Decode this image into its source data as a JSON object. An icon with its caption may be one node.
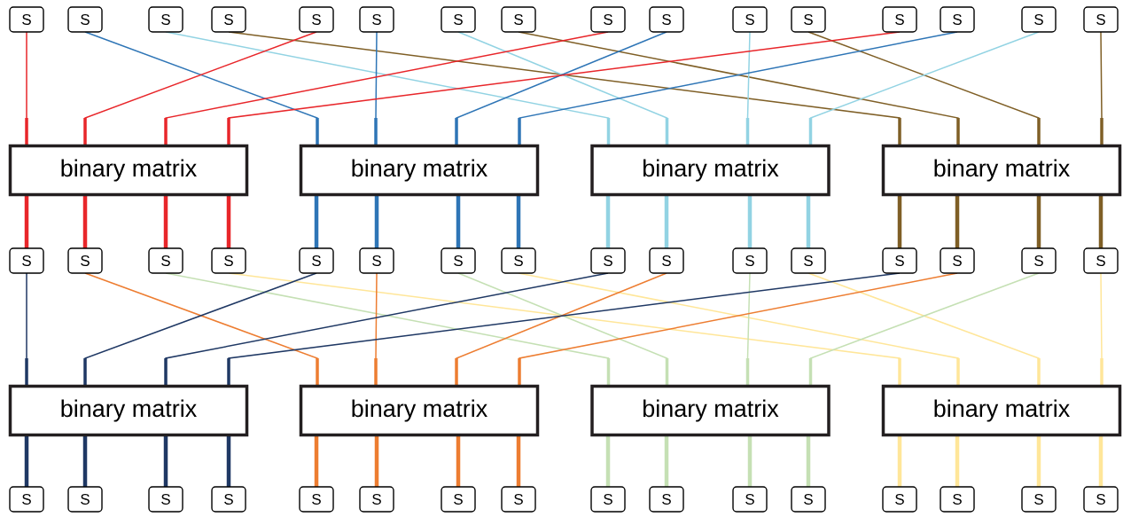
{
  "diagram": {
    "nodes": [
      {
        "text": [
          "S"
        ]
      },
      {
        "text": [
          "S"
        ]
      },
      {
        "text": [
          "S"
        ]
      },
      {
        "text": [
          "S"
        ]
      },
      {
        "text": [
          "S"
        ]
      },
      {
        "text": [
          "S"
        ]
      },
      {
        "text": [
          "S"
        ]
      },
      {
        "text": [
          "S"
        ]
      },
      {
        "text": [
          "S"
        ]
      },
      {
        "text": [
          "S"
        ]
      },
      {
        "text": [
          "S"
        ]
      },
      {
        "text": [
          "S"
        ]
      },
      {
        "text": [
          "S"
        ]
      },
      {
        "text": [
          "S"
        ]
      },
      {
        "text": [
          "S"
        ]
      },
      {
        "text": [
          "S"
        ]
      },
      {
        "text": [
          "binary matrix"
        ]
      },
      {
        "text": [
          "binary matrix"
        ]
      },
      {
        "text": [
          "binary matrix"
        ]
      },
      {
        "text": [
          "binary matrix"
        ]
      },
      {
        "text": [
          "S"
        ]
      },
      {
        "text": [
          "S"
        ]
      },
      {
        "text": [
          "S"
        ]
      },
      {
        "text": [
          "S"
        ]
      },
      {
        "text": [
          "S"
        ]
      },
      {
        "text": [
          "S"
        ]
      },
      {
        "text": [
          "S"
        ]
      },
      {
        "text": [
          "S"
        ]
      },
      {
        "text": [
          "S"
        ]
      },
      {
        "text": [
          "S"
        ]
      },
      {
        "text": [
          "S"
        ]
      },
      {
        "text": [
          "S"
        ]
      },
      {
        "text": [
          "S"
        ]
      },
      {
        "text": [
          "S"
        ]
      },
      {
        "text": [
          "S"
        ]
      },
      {
        "text": [
          "S"
        ]
      },
      {
        "text": [
          "binary matrix"
        ]
      },
      {
        "text": [
          "binary matrix"
        ]
      },
      {
        "text": [
          "binary matrix"
        ]
      },
      {
        "text": [
          "binary matrix"
        ]
      },
      {
        "text": [
          "S"
        ]
      },
      {
        "text": [
          "S"
        ]
      },
      {
        "text": [
          "S"
        ]
      },
      {
        "text": [
          "S"
        ]
      },
      {
        "text": [
          "S"
        ]
      },
      {
        "text": [
          "S"
        ]
      },
      {
        "text": [
          "S"
        ]
      },
      {
        "text": [
          "S"
        ]
      },
      {
        "text": [
          "S"
        ]
      },
      {
        "text": [
          "S"
        ]
      },
      {
        "text": [
          "S"
        ]
      },
      {
        "text": [
          "S"
        ]
      },
      {
        "text": [
          "S"
        ]
      },
      {
        "text": [
          "S"
        ]
      },
      {
        "text": [
          "S"
        ]
      },
      {
        "text": [
          "S"
        ]
      }
    ],
    "edges": [
      {
        "from": 0,
        "to": 16,
        "arrow": "none",
        "color": "#e8262a"
      },
      {
        "from": 1,
        "to": 17,
        "arrow": "none",
        "color": "#2e75b6"
      },
      {
        "from": 2,
        "to": 18,
        "arrow": "none",
        "color": "#92d3e3"
      },
      {
        "from": 3,
        "to": 19,
        "arrow": "none",
        "color": "#7f5f26"
      },
      {
        "from": 4,
        "to": 16,
        "arrow": "none",
        "color": "#e8262a"
      },
      {
        "from": 5,
        "to": 17,
        "arrow": "none",
        "color": "#2e75b6"
      },
      {
        "from": 6,
        "to": 18,
        "arrow": "none",
        "color": "#92d3e3"
      },
      {
        "from": 7,
        "to": 19,
        "arrow": "none",
        "color": "#7f5f26"
      },
      {
        "from": 8,
        "to": 16,
        "arrow": "none",
        "color": "#e8262a"
      },
      {
        "from": 9,
        "to": 17,
        "arrow": "none",
        "color": "#2e75b6"
      },
      {
        "from": 10,
        "to": 18,
        "arrow": "none",
        "color": "#92d3e3"
      },
      {
        "from": 11,
        "to": 19,
        "arrow": "none",
        "color": "#7f5f26"
      },
      {
        "from": 12,
        "to": 16,
        "arrow": "none",
        "color": "#e8262a"
      },
      {
        "from": 13,
        "to": 17,
        "arrow": "none",
        "color": "#2e75b6"
      },
      {
        "from": 14,
        "to": 18,
        "arrow": "none",
        "color": "#92d3e3"
      },
      {
        "from": 15,
        "to": 19,
        "arrow": "none",
        "color": "#7f5f26"
      },
      {
        "from": 16,
        "to": 20,
        "arrow": "none",
        "style": "thick",
        "color": "#e8262a"
      },
      {
        "from": 16,
        "to": 21,
        "arrow": "none",
        "style": "thick",
        "color": "#e8262a"
      },
      {
        "from": 16,
        "to": 22,
        "arrow": "none",
        "style": "thick",
        "color": "#e8262a"
      },
      {
        "from": 16,
        "to": 23,
        "arrow": "none",
        "style": "thick",
        "color": "#e8262a"
      },
      {
        "from": 17,
        "to": 24,
        "arrow": "none",
        "style": "thick",
        "color": "#2e75b6"
      },
      {
        "from": 17,
        "to": 25,
        "arrow": "none",
        "style": "thick",
        "color": "#2e75b6"
      },
      {
        "from": 17,
        "to": 26,
        "arrow": "none",
        "style": "thick",
        "color": "#2e75b6"
      },
      {
        "from": 17,
        "to": 27,
        "arrow": "none",
        "style": "thick",
        "color": "#2e75b6"
      },
      {
        "from": 18,
        "to": 28,
        "arrow": "none",
        "style": "thick",
        "color": "#92d3e3"
      },
      {
        "from": 18,
        "to": 29,
        "arrow": "none",
        "style": "thick",
        "color": "#92d3e3"
      },
      {
        "from": 18,
        "to": 30,
        "arrow": "none",
        "style": "thick",
        "color": "#92d3e3"
      },
      {
        "from": 18,
        "to": 31,
        "arrow": "none",
        "style": "thick",
        "color": "#92d3e3"
      },
      {
        "from": 19,
        "to": 32,
        "arrow": "none",
        "style": "thick",
        "color": "#7f5f26"
      },
      {
        "from": 19,
        "to": 33,
        "arrow": "none",
        "style": "thick",
        "color": "#7f5f26"
      },
      {
        "from": 19,
        "to": 34,
        "arrow": "none",
        "style": "thick",
        "color": "#7f5f26"
      },
      {
        "from": 19,
        "to": 35,
        "arrow": "none",
        "style": "thick",
        "color": "#7f5f26"
      },
      {
        "from": 20,
        "to": 36,
        "arrow": "none",
        "color": "#1f3864"
      },
      {
        "from": 21,
        "to": 37,
        "arrow": "none",
        "color": "#ed7d31"
      },
      {
        "from": 22,
        "to": 38,
        "arrow": "none",
        "color": "#c5e0b4"
      },
      {
        "from": 23,
        "to": 39,
        "arrow": "none",
        "color": "#ffe699"
      },
      {
        "from": 24,
        "to": 36,
        "arrow": "none",
        "color": "#1f3864"
      },
      {
        "from": 25,
        "to": 37,
        "arrow": "none",
        "color": "#ed7d31"
      },
      {
        "from": 26,
        "to": 38,
        "arrow": "none",
        "color": "#c5e0b4"
      },
      {
        "from": 27,
        "to": 39,
        "arrow": "none",
        "color": "#ffe699"
      },
      {
        "from": 28,
        "to": 36,
        "arrow": "none",
        "color": "#1f3864"
      },
      {
        "from": 29,
        "to": 37,
        "arrow": "none",
        "color": "#ed7d31"
      },
      {
        "from": 30,
        "to": 38,
        "arrow": "none",
        "color": "#c5e0b4"
      },
      {
        "from": 31,
        "to": 39,
        "arrow": "none",
        "color": "#ffe699"
      },
      {
        "from": 32,
        "to": 36,
        "arrow": "none",
        "color": "#1f3864"
      },
      {
        "from": 33,
        "to": 37,
        "arrow": "none",
        "color": "#ed7d31"
      },
      {
        "from": 34,
        "to": 38,
        "arrow": "none",
        "color": "#c5e0b4"
      },
      {
        "from": 35,
        "to": 39,
        "arrow": "none",
        "color": "#ffe699"
      },
      {
        "from": 36,
        "to": 40,
        "arrow": "none",
        "style": "thick",
        "color": "#1f3864"
      },
      {
        "from": 36,
        "to": 41,
        "arrow": "none",
        "style": "thick",
        "color": "#1f3864"
      },
      {
        "from": 36,
        "to": 42,
        "arrow": "none",
        "style": "thick",
        "color": "#1f3864"
      },
      {
        "from": 36,
        "to": 43,
        "arrow": "none",
        "style": "thick",
        "color": "#1f3864"
      },
      {
        "from": 37,
        "to": 44,
        "arrow": "none",
        "style": "thick",
        "color": "#ed7d31"
      },
      {
        "from": 37,
        "to": 45,
        "arrow": "none",
        "style": "thick",
        "color": "#ed7d31"
      },
      {
        "from": 37,
        "to": 46,
        "arrow": "none",
        "style": "thick",
        "color": "#ed7d31"
      },
      {
        "from": 37,
        "to": 47,
        "arrow": "none",
        "style": "thick",
        "color": "#ed7d31"
      },
      {
        "from": 38,
        "to": 48,
        "arrow": "none",
        "style": "thick",
        "color": "#c5e0b4"
      },
      {
        "from": 38,
        "to": 49,
        "arrow": "none",
        "style": "thick",
        "color": "#c5e0b4"
      },
      {
        "from": 38,
        "to": 50,
        "arrow": "none",
        "style": "thick",
        "color": "#c5e0b4"
      },
      {
        "from": 38,
        "to": 51,
        "arrow": "none",
        "style": "thick",
        "color": "#c5e0b4"
      },
      {
        "from": 39,
        "to": 52,
        "arrow": "none",
        "style": "thick",
        "color": "#ffe699"
      },
      {
        "from": 39,
        "to": 53,
        "arrow": "none",
        "style": "thick",
        "color": "#ffe699"
      },
      {
        "from": 39,
        "to": 54,
        "arrow": "none",
        "style": "thick",
        "color": "#ffe699"
      },
      {
        "from": 39,
        "to": 55,
        "arrow": "none",
        "style": "thick",
        "color": "#ffe699"
      }
    ]
  }
}
